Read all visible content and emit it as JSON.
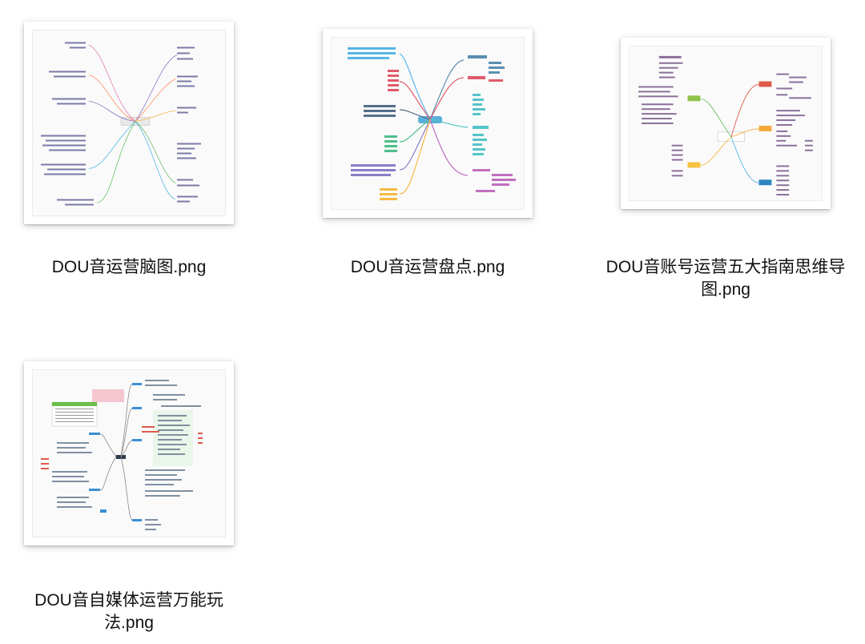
{
  "files": [
    {
      "name": "DOU音运营脑图.png",
      "preview_icon": "mind-map-thumbnail"
    },
    {
      "name": "DOU音运营盘点.png",
      "preview_icon": "mind-map-thumbnail"
    },
    {
      "name": "DOU音账号运营五大指南思维导图.png",
      "preview_icon": "mind-map-thumbnail"
    },
    {
      "name": "DOU音自媒体运营万能玩法.png",
      "preview_icon": "mind-map-thumbnail"
    }
  ]
}
